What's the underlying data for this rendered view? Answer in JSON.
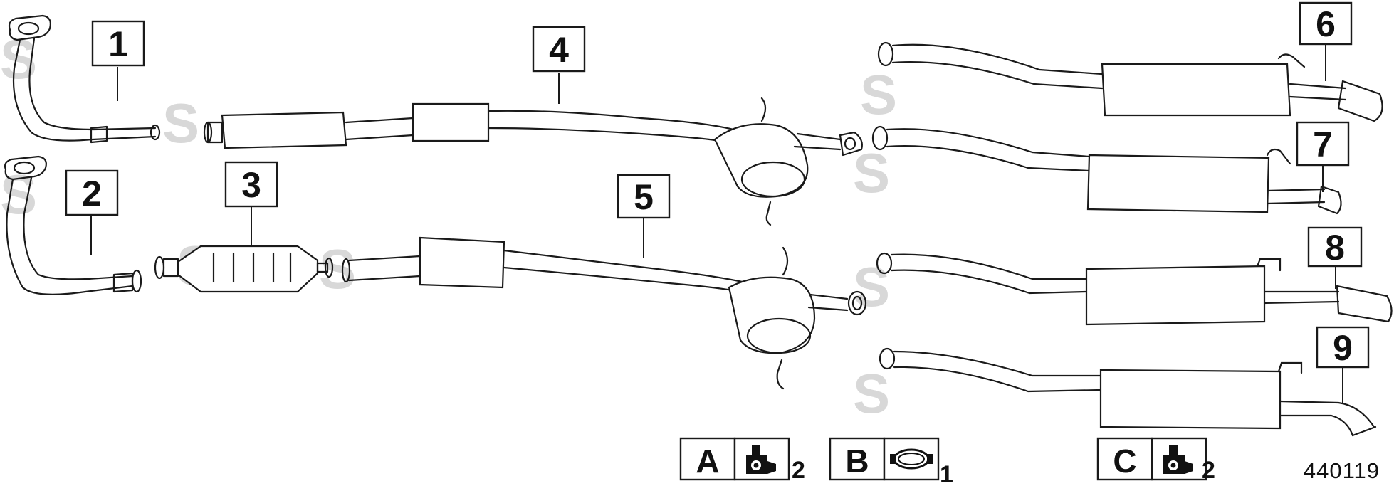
{
  "callouts": {
    "c1": "1",
    "c2": "2",
    "c3": "3",
    "c4": "4",
    "c5": "5",
    "c6": "6",
    "c7": "7",
    "c8": "8",
    "c9": "9"
  },
  "key": {
    "a": {
      "letter": "A",
      "qty": "2",
      "icon": "rubber-hanger-icon"
    },
    "b": {
      "letter": "B",
      "qty": "1",
      "icon": "pipe-clamp-icon"
    },
    "c": {
      "letter": "C",
      "qty": "2",
      "icon": "rubber-hanger-icon"
    }
  },
  "reference_number": "440119",
  "watermark_glyph": "S"
}
